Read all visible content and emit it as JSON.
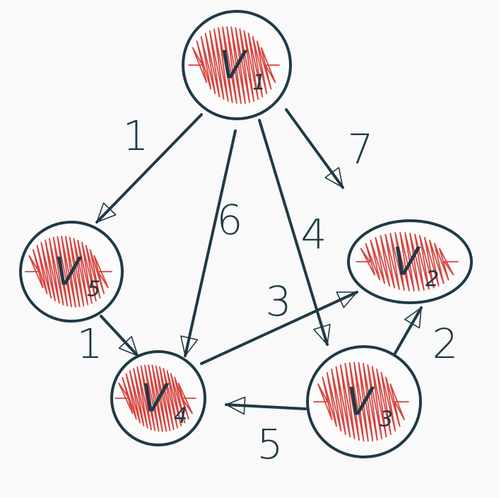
{
  "diagram": {
    "type": "directed-weighted-graph",
    "colors": {
      "ink": "#1f3a45",
      "node_fill_scribble": "#d3302a",
      "background": "#f9f9fa"
    },
    "nodes": [
      {
        "id": "v1",
        "label": "V",
        "sub": "1"
      },
      {
        "id": "v2",
        "label": "V",
        "sub": "2"
      },
      {
        "id": "v3",
        "label": "V",
        "sub": "3"
      },
      {
        "id": "v4",
        "label": "V",
        "sub": "4"
      },
      {
        "id": "v5",
        "label": "V",
        "sub": "5"
      }
    ],
    "edges": [
      {
        "from": "v1",
        "to": "v5",
        "weight": "1"
      },
      {
        "from": "v1",
        "to": "v4",
        "weight": "6"
      },
      {
        "from": "v1",
        "to": "v3",
        "weight": "4"
      },
      {
        "from": "v1",
        "to": "v2",
        "weight": "7"
      },
      {
        "from": "v5",
        "to": "v4",
        "weight": "1"
      },
      {
        "from": "v4",
        "to": "v2",
        "weight": "3"
      },
      {
        "from": "v3",
        "to": "v4",
        "weight": "5"
      },
      {
        "from": "v3",
        "to": "v2",
        "weight": "2"
      }
    ]
  }
}
